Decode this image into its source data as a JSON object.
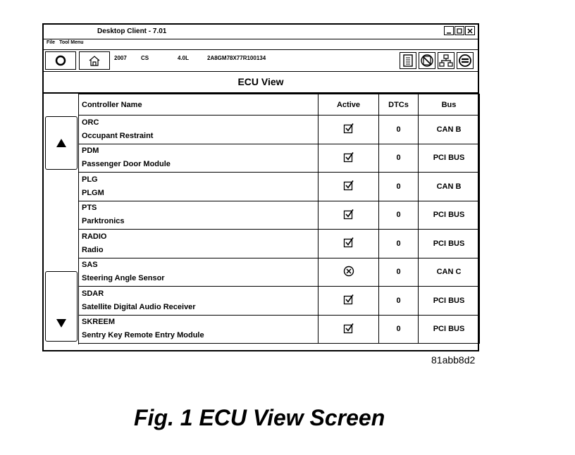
{
  "window": {
    "title": "Desktop Client - 7.01"
  },
  "menu": [
    "File",
    "Tool Menu"
  ],
  "vehicle": {
    "year": "2007",
    "model": "CS",
    "engine": "4.0L",
    "vin": "2A8GM78X77R100134"
  },
  "icons": {
    "toolbar_left": [
      "back-icon",
      "home-icon"
    ],
    "toolbar_right": [
      "document-icon",
      "no-connection-icon",
      "network-icon",
      "tools-icon"
    ],
    "nav": [
      "up-arrow-icon",
      "down-arrow-icon"
    ]
  },
  "view": {
    "title": "ECU View"
  },
  "table": {
    "headers": {
      "name": "Controller Name",
      "active": "Active",
      "dtcs": "DTCs",
      "bus": "Bus"
    },
    "rows": [
      {
        "code": "ORC",
        "name": "Occupant Restraint",
        "active": "check",
        "dtcs": "0",
        "bus": "CAN B"
      },
      {
        "code": "PDM",
        "name": "Passenger Door Module",
        "active": "check",
        "dtcs": "0",
        "bus": "PCI BUS"
      },
      {
        "code": "PLG",
        "name": "PLGM",
        "active": "check",
        "dtcs": "0",
        "bus": "CAN B"
      },
      {
        "code": "PTS",
        "name": "Parktronics",
        "active": "check",
        "dtcs": "0",
        "bus": "PCI BUS"
      },
      {
        "code": "RADIO",
        "name": "Radio",
        "active": "check",
        "dtcs": "0",
        "bus": "PCI BUS"
      },
      {
        "code": "SAS",
        "name": "Steering Angle Sensor",
        "active": "x",
        "dtcs": "0",
        "bus": "CAN C"
      },
      {
        "code": "SDAR",
        "name": "Satellite Digital Audio Receiver",
        "active": "check",
        "dtcs": "0",
        "bus": "PCI BUS"
      },
      {
        "code": "SKREEM",
        "name": "Sentry Key Remote Entry Module",
        "active": "check",
        "dtcs": "0",
        "bus": "PCI BUS"
      }
    ]
  },
  "figure_id": "81abb8d2",
  "caption": "Fig. 1 ECU View Screen"
}
